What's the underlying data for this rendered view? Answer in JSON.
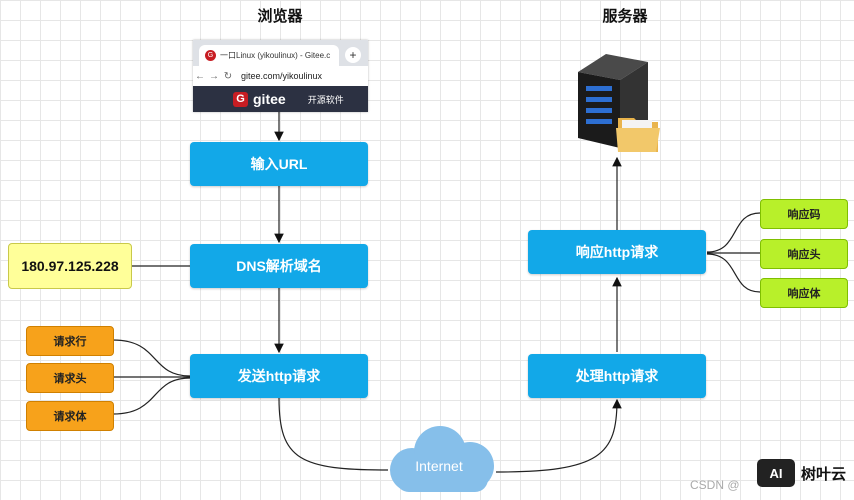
{
  "titles": {
    "browser": "浏览器",
    "server": "服务器"
  },
  "browser_snapshot": {
    "tab_title": "一口Linux (yikoulinux) - Gitee.c",
    "tab_favicon": "G",
    "new_tab": "+",
    "url": "gitee.com/yikoulinux",
    "logo_letter": "G",
    "brand": "gitee",
    "slogan": "开源软件"
  },
  "steps_left": {
    "input_url": "输入URL",
    "dns": "DNS解析域名",
    "send": "发送http请求"
  },
  "steps_right": {
    "process": "处理http请求",
    "respond": "响应http请求"
  },
  "ip_address": "180.97.125.228",
  "request_parts": [
    "请求行",
    "请求头",
    "请求体"
  ],
  "response_parts": [
    "响应码",
    "响应头",
    "响应体"
  ],
  "network": "Internet",
  "watermark": {
    "badge": "AI",
    "text": "树叶云",
    "csdn": "CSDN @"
  },
  "colors": {
    "step": "#12a8e8",
    "request_tag": "#f7a21b",
    "response_tag": "#b8f02a",
    "ip": "#ffff99",
    "cloud": "#86bfea"
  }
}
